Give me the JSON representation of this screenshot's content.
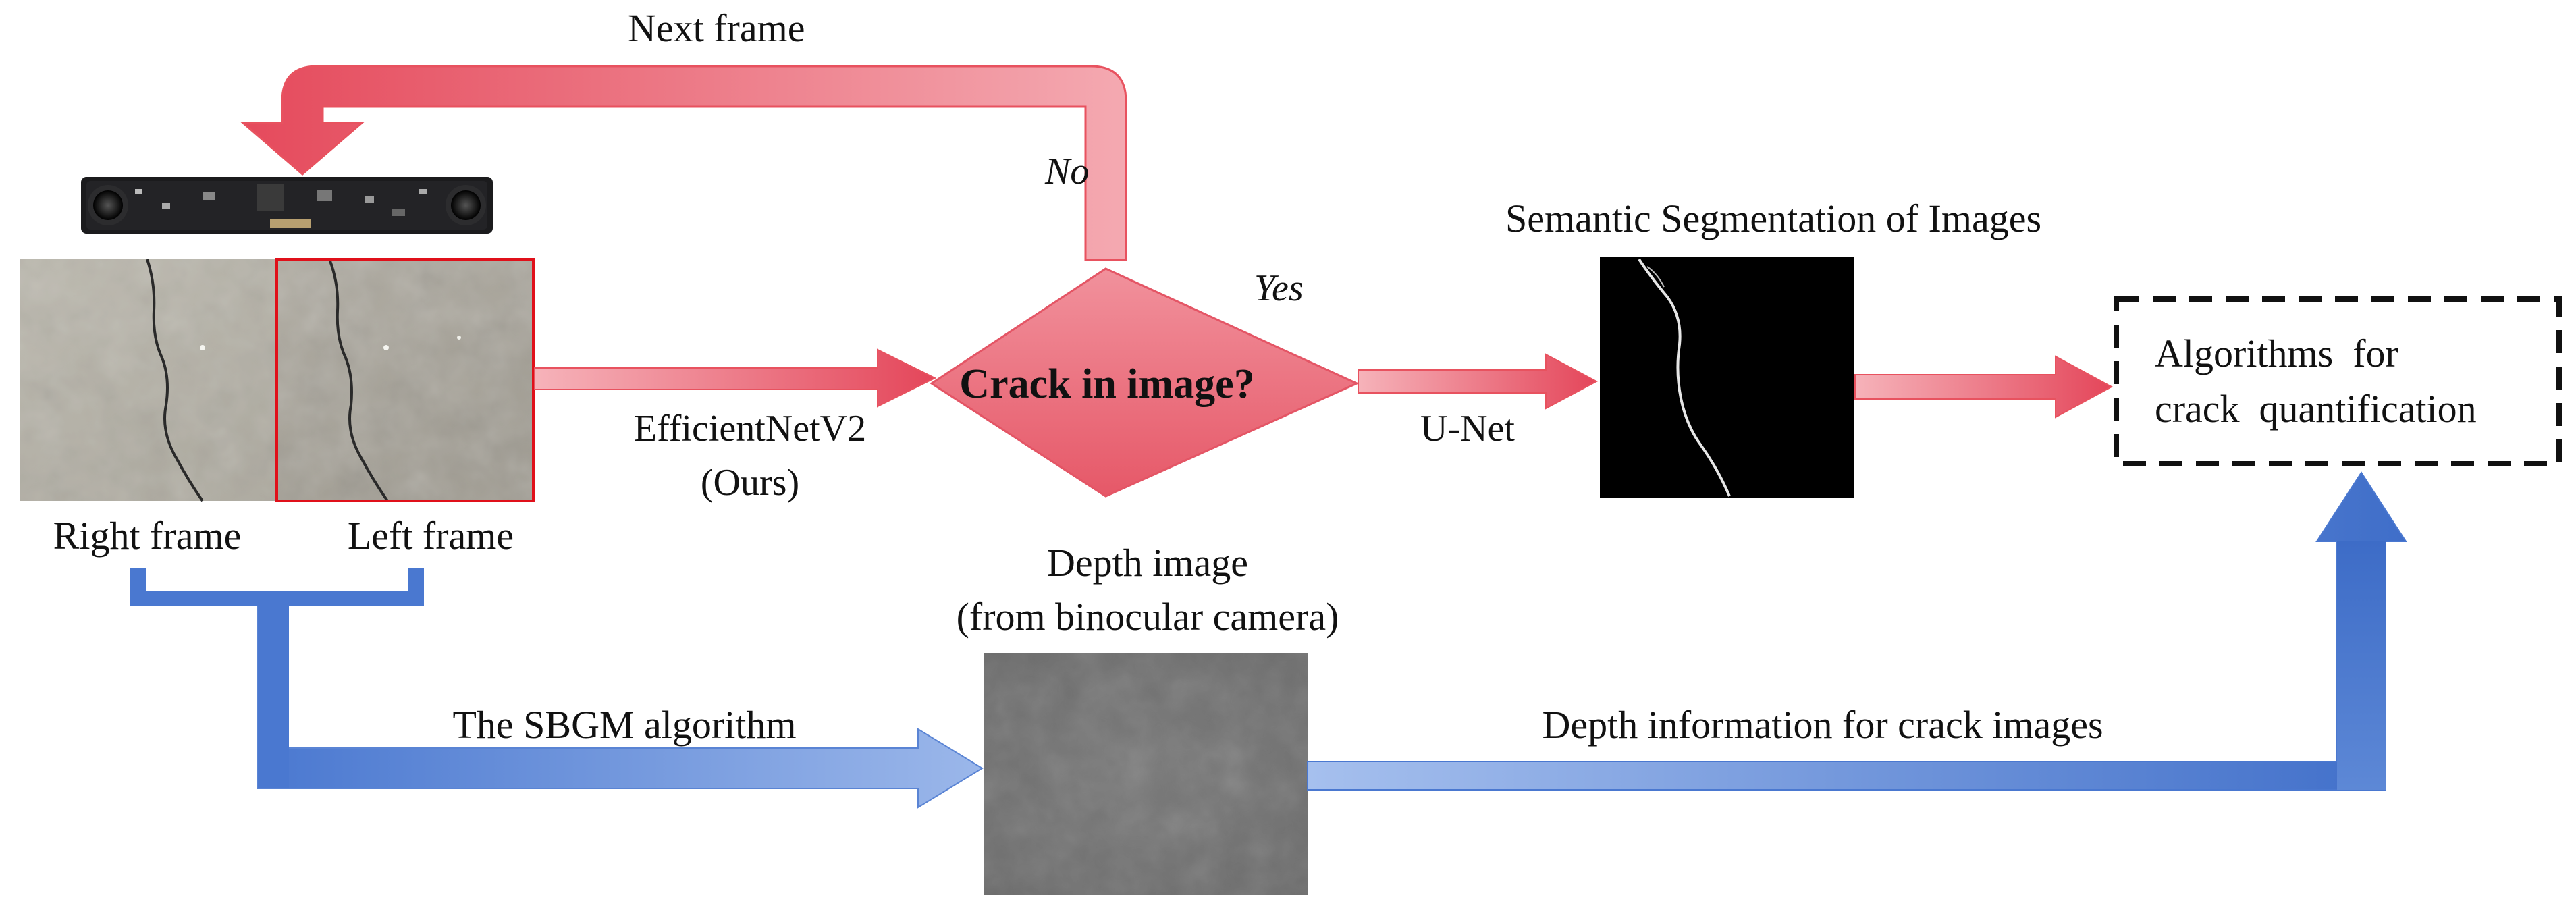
{
  "labels": {
    "next_frame": "Next frame",
    "no": "No",
    "yes": "Yes",
    "decision": "Crack in image?",
    "classifier_line1": "EfficientNetV2",
    "classifier_line2": "(Ours)",
    "unet": "U-Net",
    "segmentation_title": "Semantic Segmentation of Images",
    "quant_line1": "Algorithms  for",
    "quant_line2": "crack  quantification",
    "right_frame": "Right frame",
    "left_frame": "Left frame",
    "depth_line1": "Depth image",
    "depth_line2": "(from binocular camera)",
    "sbgm": "The SBGM algorithm",
    "depth_info": "Depth information for crack images"
  },
  "colors": {
    "red_arrow": "#e8525f",
    "red_light": "#f3a0a8",
    "blue_arrow": "#4a78d0",
    "blue_light": "#a8c0ec",
    "frame_border": "#e0101a",
    "quant_border": "#111111"
  },
  "images": {
    "camera": "binocular camera board",
    "stereo": "concrete surface with crack (stereo pair)",
    "segmentation": "binary crack segmentation mask",
    "depth": "grey depth map"
  }
}
